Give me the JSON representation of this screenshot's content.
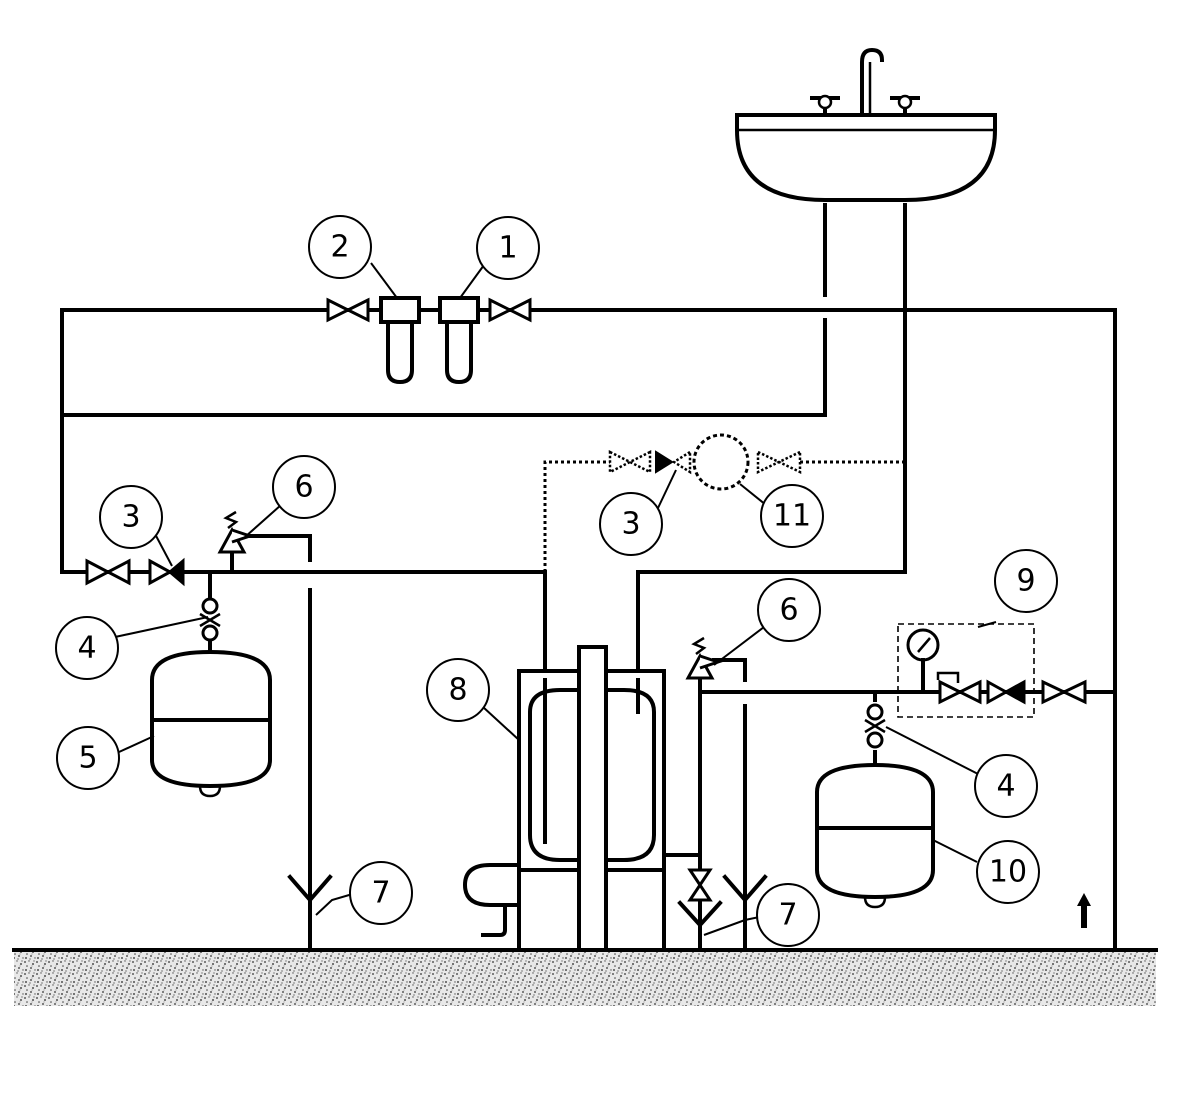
{
  "callouts": [
    {
      "id": "c1",
      "label": "1"
    },
    {
      "id": "c2",
      "label": "2"
    },
    {
      "id": "c3a",
      "label": "3"
    },
    {
      "id": "c3b",
      "label": "3"
    },
    {
      "id": "c4a",
      "label": "4"
    },
    {
      "id": "c4b",
      "label": "4"
    },
    {
      "id": "c5",
      "label": "5"
    },
    {
      "id": "c6a",
      "label": "6"
    },
    {
      "id": "c6b",
      "label": "6"
    },
    {
      "id": "c7a",
      "label": "7"
    },
    {
      "id": "c7b",
      "label": "7"
    },
    {
      "id": "c8",
      "label": "8"
    },
    {
      "id": "c9",
      "label": "9"
    },
    {
      "id": "c10",
      "label": "10"
    },
    {
      "id": "c11",
      "label": "11"
    }
  ],
  "colors": {
    "line": "#000000",
    "background": "#ffffff",
    "ground": "#9a9a9a"
  }
}
